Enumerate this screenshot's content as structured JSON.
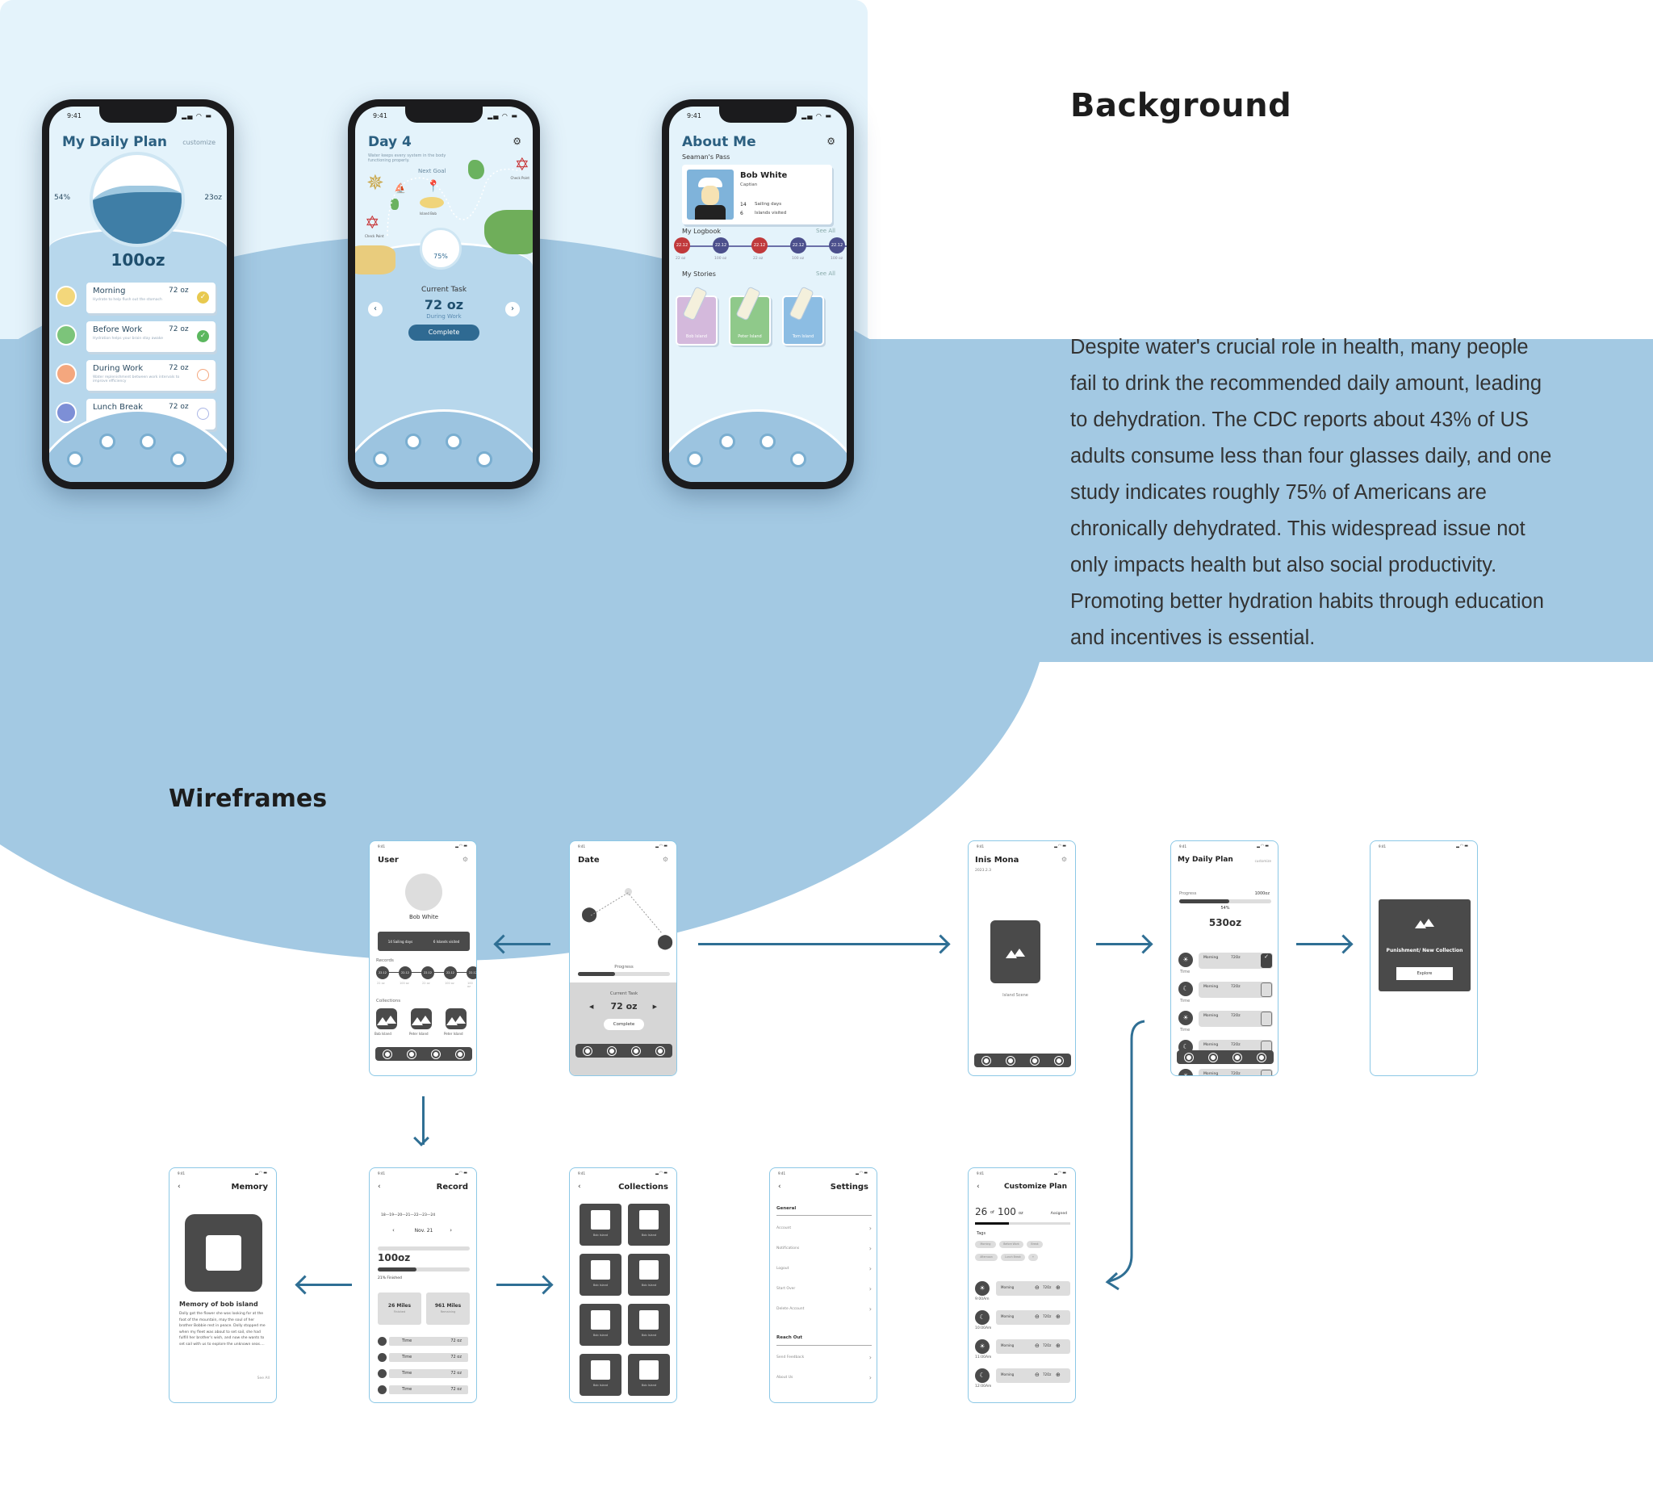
{
  "background": {
    "title": "Background",
    "paragraph": "Despite water's crucial role in health, many people fail to drink the recommended daily amount, leading to dehydration. The CDC reports about 43% of US adults consume less than four glasses daily, and one study indicates roughly 75% of Americans are chronically dehydrated. This widespread issue not only impacts health but also social productivity. Promoting better hydration habits through education and incentives is essential."
  },
  "wireframes_title": "Wireframes",
  "status": {
    "time": "9:41",
    "icons": "signal-wifi-battery"
  },
  "colors": {
    "accent": "#2f6f94",
    "hero_bg": "#e4f3fb",
    "hero_sea": "#a3c9e3",
    "wire_dark": "#4a4a4a"
  },
  "plan": {
    "title": "My Daily Plan",
    "customize": "customize",
    "percent": "54%",
    "remaining": "23oz",
    "total": "100oz",
    "progress": 0.54,
    "tasks": [
      {
        "label": "Morning",
        "amount": "72 oz",
        "desc": "Hydrate to help flush out the stomach",
        "done": true,
        "color": "#f3d77b",
        "check": "#e8c94f"
      },
      {
        "label": "Before Work",
        "amount": "72 oz",
        "desc": "Hydration helps your brain stay awake",
        "done": true,
        "color": "#7cc47a",
        "check": "#5bb75e"
      },
      {
        "label": "During Work",
        "amount": "72 oz",
        "desc": "Water replenishment between work intervals to improve efficiency",
        "done": false,
        "color": "#f4a77e",
        "check": "#f4a77e"
      },
      {
        "label": "Lunch Break",
        "amount": "72 oz",
        "desc": "",
        "done": false,
        "color": "#7d8fd6",
        "check": "#aab6e6"
      }
    ]
  },
  "day": {
    "title": "Day 4",
    "subtitle": "Water keeps every system in the body functioning properly.",
    "next_goal": "Next Goal",
    "checkpoint1": "Check Point",
    "checkpoint2": "Check Point",
    "island": "Island Bob",
    "gauge": "75%",
    "gauge_value": 75,
    "task_label": "Current Task",
    "amount": "72 oz",
    "task": "During Work",
    "complete": "Complete"
  },
  "about": {
    "title": "About Me",
    "pass": "Seaman's Pass",
    "name": "Bob White",
    "role": "Captian",
    "days": "14",
    "days_label": "Sailing days",
    "islands": "6",
    "islands_label": "Islands visited",
    "logbook": "My Logbook",
    "see_all": "See All",
    "logs": [
      {
        "date": "22.12",
        "oz": "22 oz",
        "color": "#c0393b"
      },
      {
        "date": "22.12",
        "oz": "100 oz",
        "color": "#4b4f8c"
      },
      {
        "date": "22.12",
        "oz": "22 oz",
        "color": "#c0393b"
      },
      {
        "date": "22.12",
        "oz": "100 oz",
        "color": "#4b4f8c"
      },
      {
        "date": "22.12",
        "oz": "100 oz",
        "color": "#4b4f8c"
      }
    ],
    "stories": "My Stories",
    "stories_see_all": "See All",
    "story_cards": [
      {
        "name": "Bob Island",
        "color": "#d4b9dc"
      },
      {
        "name": "Peter Island",
        "color": "#8fc98a"
      },
      {
        "name": "Tom Island",
        "color": "#8cbde3"
      }
    ]
  },
  "wf_user": {
    "title": "User",
    "name": "Bob White",
    "days": "14 Sailing days",
    "islands": "6 Islands visited",
    "records": "Records",
    "record_items": [
      "22.12",
      "22.12",
      "22.12",
      "22.12",
      "22.12"
    ],
    "record_oz": [
      "22 oz",
      "100 oz",
      "22 oz",
      "100 oz",
      "100 oz"
    ],
    "collections": "Collections",
    "collection_items": [
      "Bob Island",
      "Peter Island",
      "Peter Island"
    ]
  },
  "wf_date": {
    "title": "Date",
    "progress": "Progress",
    "progress_value": 0.4,
    "task": "Current Task",
    "amount": "72 oz",
    "complete": "Complete"
  },
  "wf_island": {
    "title": "Inis Mona",
    "date": "2023.2.3",
    "scene": "Island Scene"
  },
  "wf_plan": {
    "title": "My Daily Plan",
    "customize": "customize",
    "progress": "Progress",
    "goal": "1000oz",
    "percent": "54%",
    "progress_value": 0.54,
    "amount": "530oz",
    "rows": [
      {
        "label": "Morning",
        "oz": "72Oz",
        "time": "Time"
      },
      {
        "label": "Morning",
        "oz": "72Oz",
        "time": "Time"
      },
      {
        "label": "Morning",
        "oz": "72Oz",
        "time": "Time"
      },
      {
        "label": "Morning",
        "oz": "72Oz",
        "time": ""
      },
      {
        "label": "Morning",
        "oz": "72Oz",
        "time": ""
      }
    ]
  },
  "wf_reward": {
    "title": "Punishment/ New Collection",
    "explore": "Explore"
  },
  "wf_memory": {
    "title": "Memory",
    "heading": "Memory of bob island",
    "text": "Dolly got the flower she was looking for at the foot of the mountain, may the soul of her brother Bobbie rest in peace. Dolly stopped me when my fleet was about to set sail, she had fulfill her brother's wish, and now she wants to set sail with us to explore the unknown seas....",
    "see_all": "See All"
  },
  "wf_record": {
    "title": "Record",
    "days": "18—19—20—21—22—23—24",
    "date": "Nov. 21",
    "amount": "100oz",
    "finished": "21% Finished",
    "progress_value": 0.21,
    "miles_done": "26 Miles",
    "miles_done_label": "Finished",
    "miles_left": "961 Miles",
    "miles_left_label": "Remaining",
    "rows": [
      {
        "label": "Time",
        "oz": "72 oz"
      },
      {
        "label": "Time",
        "oz": "72 oz"
      },
      {
        "label": "Time",
        "oz": "72 oz"
      },
      {
        "label": "Time",
        "oz": "72 oz"
      }
    ]
  },
  "wf_collections": {
    "title": "Collections",
    "items": [
      "Bob Island",
      "Bob Island",
      "Bob Island",
      "Bob Island",
      "Bob Island",
      "Bob Island",
      "Bob Island",
      "Bob Island"
    ]
  },
  "wf_settings": {
    "title": "Settings",
    "general": "General",
    "general_items": [
      "Account",
      "Notifications",
      "Logout",
      "Start Over",
      "Delete Account"
    ],
    "reach": "Reach Out",
    "reach_items": [
      "Send Feedback",
      "About Us"
    ]
  },
  "wf_custom": {
    "title": "Customize Plan",
    "assigned_num": "26",
    "of": "of",
    "total": "100",
    "unit": "oz",
    "assigned": "Assigned",
    "progress_value": 0.26,
    "tags_label": "Tags",
    "tags": [
      "Morning",
      "Before Work",
      "Break",
      "Afternoon",
      "Lunch Break",
      "+"
    ],
    "rows": [
      {
        "label": "Morning",
        "oz": "72Oz",
        "time": "9:00Am"
      },
      {
        "label": "Morning",
        "oz": "72Oz",
        "time": "10:00Am"
      },
      {
        "label": "Morning",
        "oz": "72Oz",
        "time": "11:00Am"
      },
      {
        "label": "Morning",
        "oz": "72Oz",
        "time": "12:00Am"
      }
    ]
  }
}
